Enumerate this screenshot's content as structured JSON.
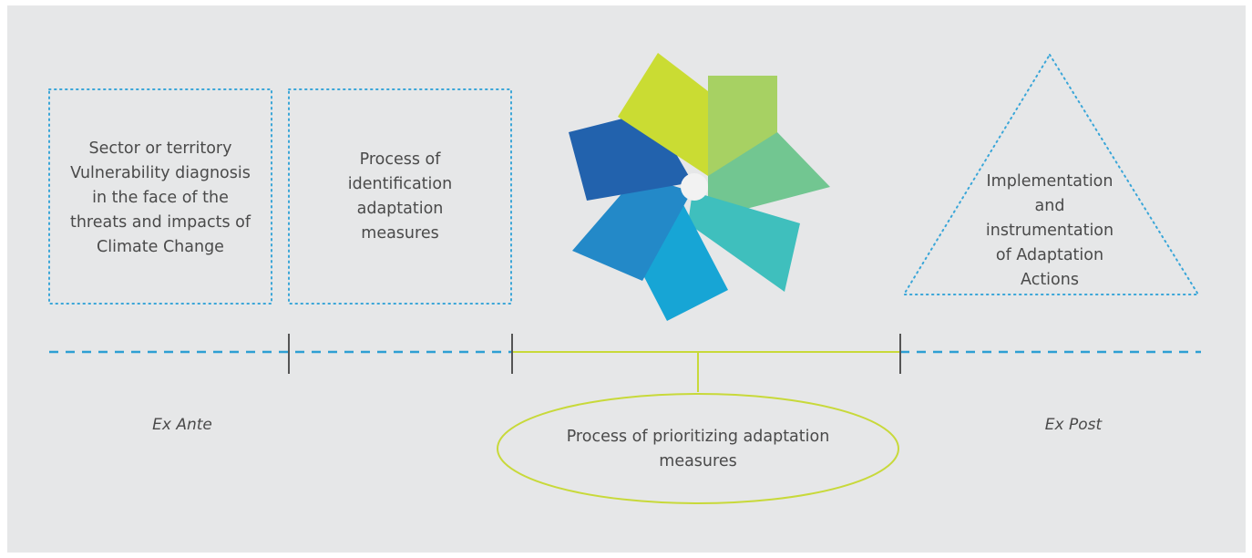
{
  "boxes": [
    {
      "text": "Sector or territory\nVulnerability diagnosis\nin the face of the\nthreats and impacts of\nClimate Change"
    },
    {
      "text": "Process of\nidentification\nadaptation\nmeasures"
    }
  ],
  "triangle": {
    "text": "Implementation\nand\ninstrumentation\nof Adaptation\nActions"
  },
  "ellipse": {
    "text": "Process of prioritizing adaptation\nmeasures"
  },
  "phases": {
    "ex_ante": "Ex Ante",
    "ex_post": "Ex Post"
  },
  "colors": {
    "dotted_border": "#3aa6d8",
    "timeline_dash": "#2e9fd3",
    "timeline_solid": "#c8d93a",
    "tick": "#555555",
    "ellipse_stroke": "#c8d93a",
    "petals": [
      "#a7d163",
      "#72c691",
      "#3fbfbd",
      "#17a5d5",
      "#2389c8",
      "#2262ad",
      "#cadc33"
    ]
  }
}
